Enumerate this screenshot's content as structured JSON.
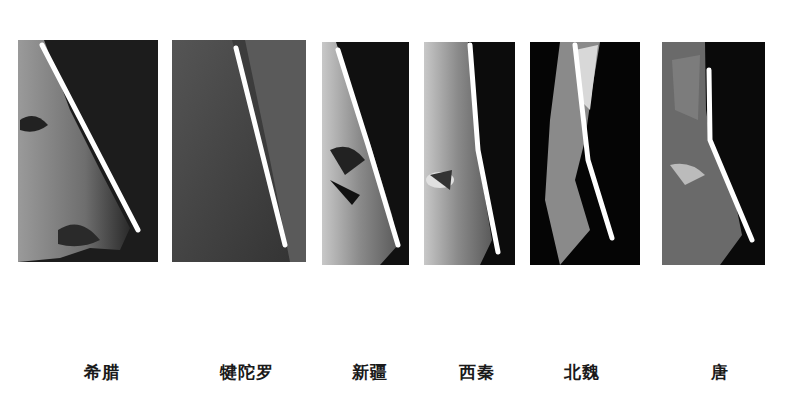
{
  "diagram": {
    "labels": [
      "希腊",
      "犍陀罗",
      "新疆",
      "西秦",
      "北魏",
      "唐"
    ]
  }
}
